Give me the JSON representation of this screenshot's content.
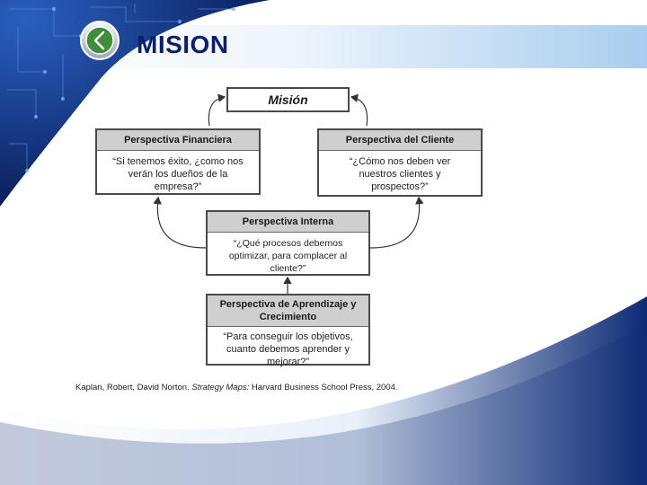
{
  "slide": {
    "title": "MISION",
    "back_icon": "chevron-left-icon"
  },
  "diagram": {
    "mision": {
      "label": "Misión"
    },
    "financiera": {
      "header": "Perspectiva Financiera",
      "body": "“Si tenemos éxito, ¿como nos verán los dueños de la empresa?”"
    },
    "cliente": {
      "header": "Perspectiva del Cliente",
      "body": "“¿Cómo nos deben ver nuestros clientes y prospectos?”"
    },
    "interna": {
      "header": "Perspectiva Interna",
      "body": "“¿Qué procesos debemos optimizar, para complacer al cliente?”"
    },
    "aprendizaje": {
      "header": "Perspectiva de Aprendizaje y Crecimiento",
      "body": "“Para conseguir los objetivos, cuanto debemos aprender y mejorar?”"
    }
  },
  "citation": {
    "authors": "Kaplan, Robert, David Norton.",
    "work": "Strategy Maps:",
    "publisher": "Harvard Business School Press, 2004."
  },
  "colors": {
    "title": "#0d1f6b",
    "background_dark": "#0a1f5c",
    "box_header": "#cfcfcf"
  }
}
